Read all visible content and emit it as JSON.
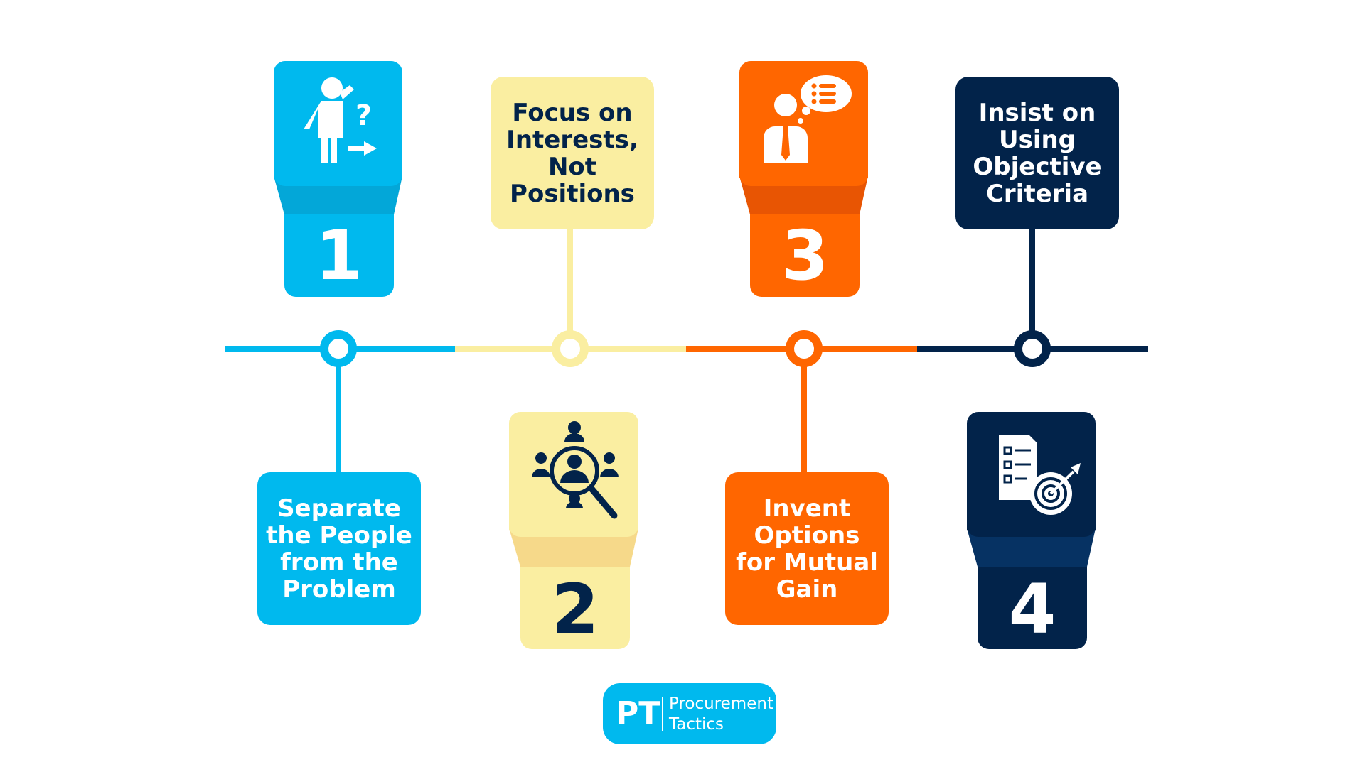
{
  "colors": {
    "blue": "#00B9EE",
    "blue_dark": "#03A7D8",
    "yellow": "#FAEEA1",
    "yellow_dark": "#F6D98A",
    "orange": "#FF6600",
    "orange_dark": "#E85503",
    "navy": "#02234A",
    "navy_mid": "#063263"
  },
  "steps": [
    {
      "number": "1",
      "label": [
        "Separate",
        "the People",
        "from the",
        "Problem"
      ],
      "icon": "confused-person-icon",
      "color": "blue"
    },
    {
      "number": "2",
      "label": [
        "Focus on",
        "Interests,",
        "Not",
        "Positions"
      ],
      "icon": "people-search-icon",
      "color": "yellow"
    },
    {
      "number": "3",
      "label": [
        "Invent",
        "Options",
        "for Mutual",
        "Gain"
      ],
      "icon": "thinking-person-icon",
      "color": "orange"
    },
    {
      "number": "4",
      "label": [
        "Insist on",
        "Using",
        "Objective",
        "Criteria"
      ],
      "icon": "checklist-target-icon",
      "color": "navy"
    }
  ],
  "logo": {
    "initials": "PT",
    "name_line1": "Procurement",
    "name_line2": "Tactics"
  }
}
